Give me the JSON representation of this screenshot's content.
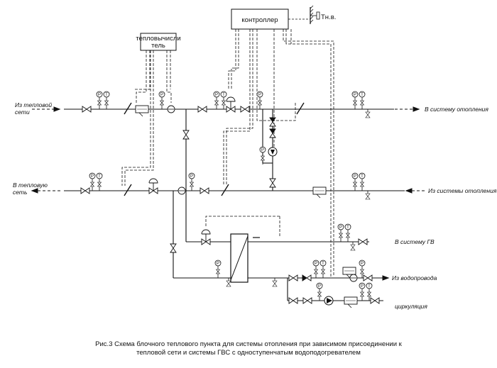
{
  "boxes": {
    "heat_meter": [
      "тепловычисли",
      "тель"
    ],
    "controller": "контроллер"
  },
  "sensor_label": "Тн.в.",
  "lines": {
    "supply_in": [
      "Из тепловой",
      "сети"
    ],
    "heating_out": "В систему отопления",
    "return_out": [
      "В тепловую",
      "сеть"
    ],
    "heating_return_in": "Из системы отопления",
    "hot_water_out": "В систему ГВ",
    "cold_water_in": "Из водопровода",
    "circulation": "циркуляция"
  },
  "gauge_letters": {
    "pressure": "Р",
    "temperature": "Т"
  },
  "caption": [
    "Рис.3  Схема блочного теплового пункта для системы отопления при зависимом присоединении к",
    "тепловой сети и системы ГВС  с одноступенчатым водоподогревателем"
  ]
}
